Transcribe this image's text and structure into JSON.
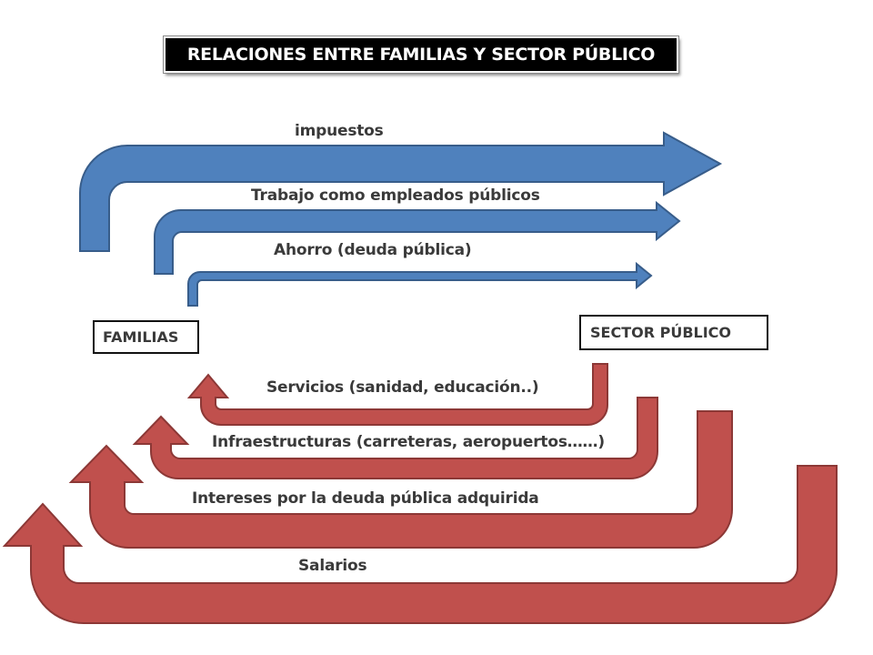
{
  "title": "RELACIONES ENTRE FAMILIAS Y SECTOR PÚBLICO",
  "entities": {
    "families": "FAMILIAS",
    "public_sector": "SECTOR PÚBLICO"
  },
  "flows_to_public_sector": [
    {
      "label": "impuestos"
    },
    {
      "label": "Trabajo como empleados públicos"
    },
    {
      "label": "Ahorro (deuda pública)"
    }
  ],
  "flows_to_families": [
    {
      "label": "Servicios (sanidad, educación..)"
    },
    {
      "label": "Infraestructuras (carreteras, aeropuertos……)"
    },
    {
      "label": "Intereses por la deuda pública adquirida"
    },
    {
      "label": "Salarios"
    }
  ],
  "colors": {
    "families_to_public_sector": "#4f81bd",
    "public_sector_to_families": "#c0504d"
  }
}
